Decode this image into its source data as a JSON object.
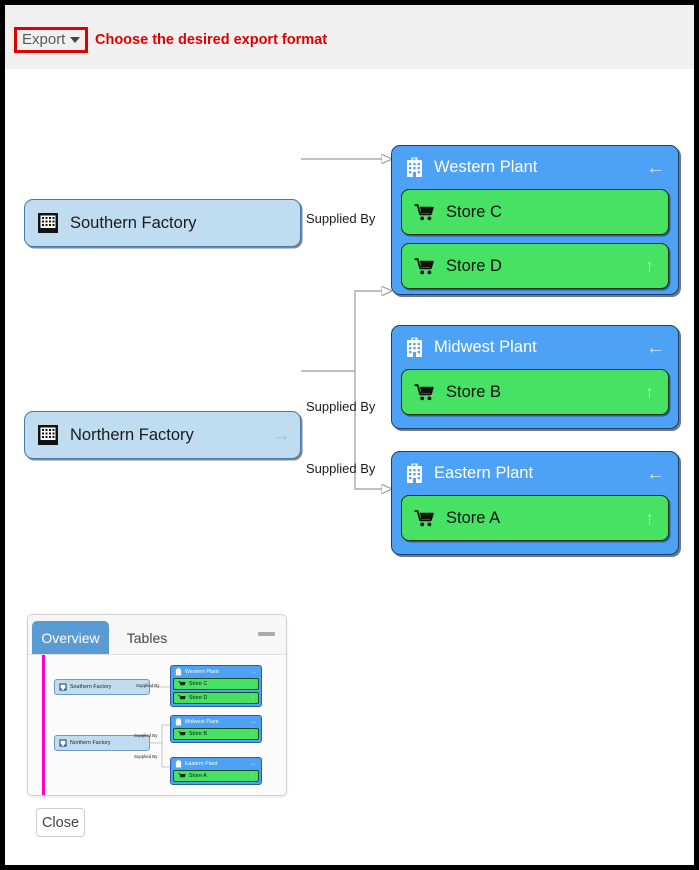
{
  "toolbar": {
    "export_label": "Export",
    "export_caret": "caret-down-icon",
    "hint": "Choose the desired export format",
    "highlight_color": "#e00000",
    "hint_color": "#e00000"
  },
  "diagram": {
    "factories": [
      {
        "name": "Southern Factory",
        "icon": "factory-icon",
        "expand_glyph": ""
      },
      {
        "name": "Northern Factory",
        "icon": "factory-icon",
        "expand_glyph": "→"
      }
    ],
    "plants": [
      {
        "name": "Western Plant",
        "icon": "plant-building-icon",
        "collapse_glyph": "←",
        "stores": [
          {
            "name": "Store C",
            "icon": "shopping-cart-icon",
            "up_glyph": ""
          },
          {
            "name": "Store D",
            "icon": "shopping-cart-icon",
            "up_glyph": "↑"
          }
        ]
      },
      {
        "name": "Midwest Plant",
        "icon": "plant-building-icon",
        "collapse_glyph": "←",
        "stores": [
          {
            "name": "Store B",
            "icon": "shopping-cart-icon",
            "up_glyph": "↑"
          }
        ]
      },
      {
        "name": "Eastern Plant",
        "icon": "plant-building-icon",
        "collapse_glyph": "←",
        "stores": [
          {
            "name": "Store A",
            "icon": "shopping-cart-icon",
            "up_glyph": "↑"
          }
        ]
      }
    ],
    "edge_labels": [
      {
        "text": "Supplied By"
      },
      {
        "text": "Supplied By"
      },
      {
        "text": "Supplied By"
      }
    ],
    "colors": {
      "factory_fill": "#bfdcf0",
      "factory_border": "#4a78a8",
      "plant_fill": "#4da2f5",
      "plant_border": "#1a3f6b",
      "store_fill": "#47e263",
      "store_border": "#0d2f14",
      "edge_line": "#9a9a9a"
    }
  },
  "overview": {
    "tabs": [
      {
        "label": "Overview",
        "active": true
      },
      {
        "label": "Tables",
        "active": false
      }
    ],
    "minimize_icon": "minimize-icon",
    "viewport_color": "#ff00d0"
  },
  "footer": {
    "close_label": "Close"
  }
}
